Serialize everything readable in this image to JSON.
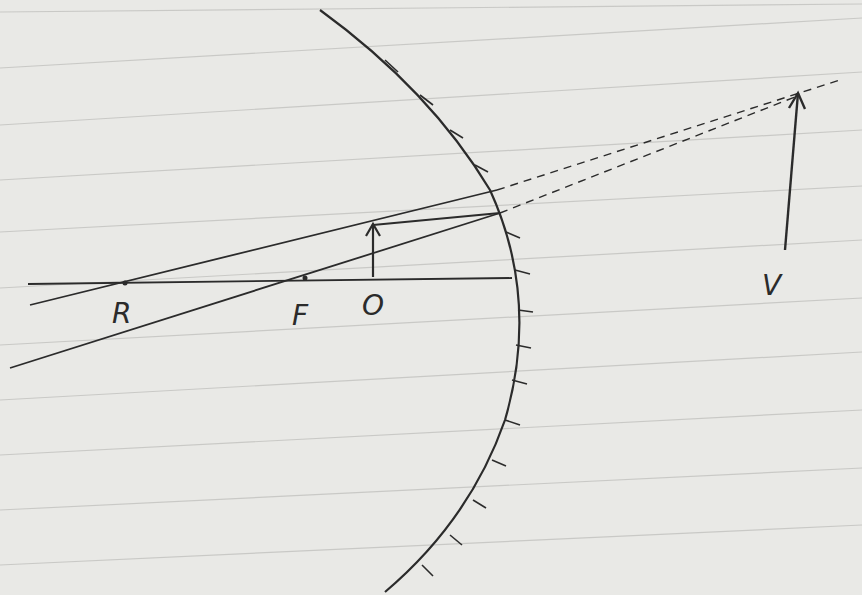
{
  "diagram": {
    "labels": [
      "R",
      "F",
      "O",
      "V"
    ]
  }
}
